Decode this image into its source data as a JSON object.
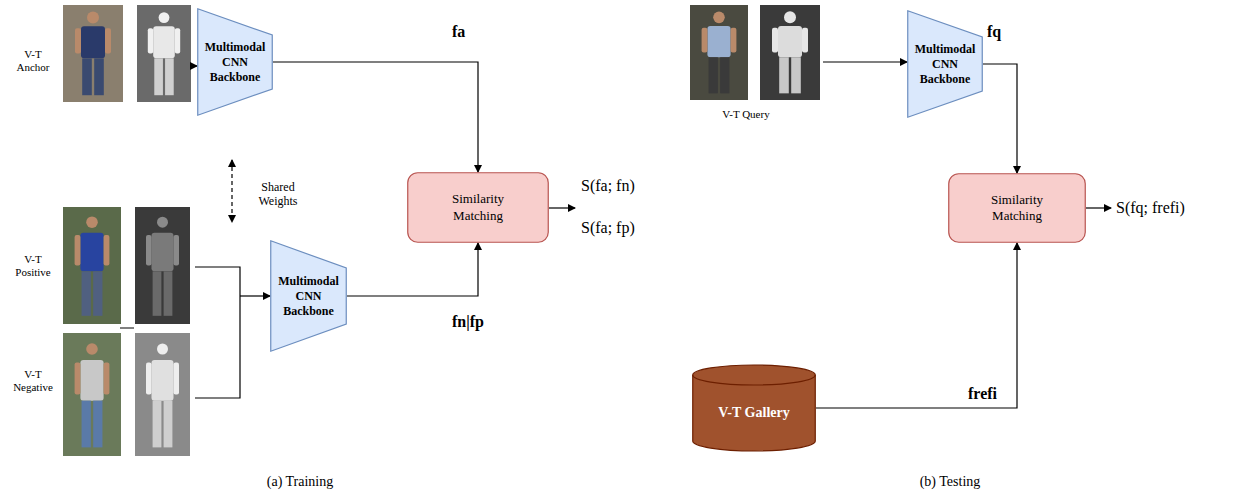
{
  "diagram": {
    "nodes": [
      {
        "text": [
          "Multimodal CNN Backbone"
        ]
      },
      {
        "text": [
          "Multimodal CNN Backbone"
        ]
      },
      {
        "text": [
          "Similarity Matching"
        ]
      },
      {
        "text": [
          "Multimodal CNN Backbone"
        ]
      },
      {
        "text": [
          "Similarity Matching"
        ]
      },
      {
        "text": [
          "V-T Gallery"
        ]
      }
    ],
    "edges": [
      {
        "from": 0,
        "to": 2,
        "arrow": "to"
      },
      {
        "from": 1,
        "to": 2,
        "arrow": "to"
      },
      {
        "from": 3,
        "to": 4,
        "arrow": "to"
      },
      {
        "from": 5,
        "to": 4,
        "arrow": "to"
      }
    ],
    "labels": [
      "V-T Anchor",
      "fa",
      "Shared Weights",
      "V-T Positive",
      "V-T Negative",
      "S(fa; fn)",
      "S(fa; fp)",
      "fn|fp",
      "(a) Training",
      "V-T Query",
      "fq",
      "S(fq; frefi)",
      "frefi",
      "(b) Testing"
    ]
  }
}
